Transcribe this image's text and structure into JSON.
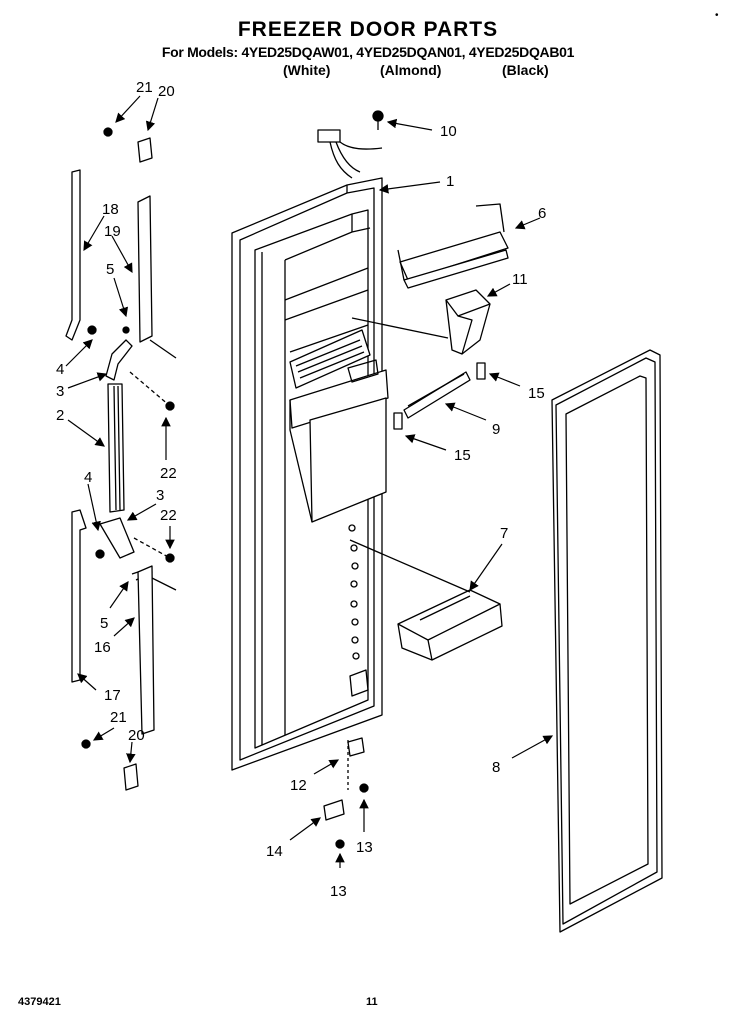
{
  "header": {
    "title": "FREEZER DOOR PARTS",
    "models": "For Models: 4YED25DQAW01, 4YED25DQAN01, 4YED25DQAB01",
    "variants": [
      "(White)",
      "(Almond)",
      "(Black)"
    ],
    "bullet": "•"
  },
  "footer": {
    "part_number": "4379421",
    "page": "11"
  },
  "callouts": [
    "21",
    "20",
    "10",
    "1",
    "18",
    "19",
    "6",
    "5",
    "11",
    "4",
    "3",
    "15",
    "2",
    "9",
    "15",
    "22",
    "7",
    "4",
    "3",
    "22",
    "5",
    "16",
    "17",
    "21",
    "20",
    "8",
    "12",
    "14",
    "13",
    "13"
  ]
}
